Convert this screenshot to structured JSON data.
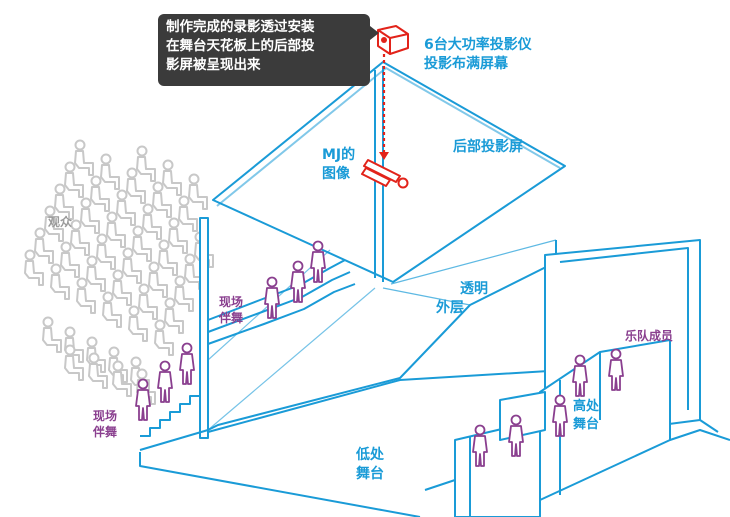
{
  "callout": {
    "line1": "制作完成的录影透过安装",
    "line2": "在舞台天花板上的后部投",
    "line3": "影屏被呈现出来"
  },
  "projector_label": {
    "line1": "6台大功率投影仪",
    "line2": "投影布满屏幕"
  },
  "labels": {
    "rear_screen": "后部投影屏",
    "mj_image_line1": "MJ的",
    "mj_image_line2": "图像",
    "audience": "观众",
    "live_dancers_upper_line1": "现场",
    "live_dancers_upper_line2": "伴舞",
    "live_dancers_lower_line1": "现场",
    "live_dancers_lower_line2": "伴舞",
    "transparent_layer_line1": "透明",
    "transparent_layer_line2": "外层",
    "band_members": "乐队成员",
    "high_stage_line1": "高处",
    "high_stage_line2": "舞台",
    "low_stage_line1": "低处",
    "low_stage_line2": "舞台"
  },
  "colors": {
    "structure": "#1a9bd7",
    "dancers": "#8a3f8f",
    "audience": "#c8c8c8",
    "projector": "#e2231a",
    "callout_bg": "#3b3b3b"
  }
}
